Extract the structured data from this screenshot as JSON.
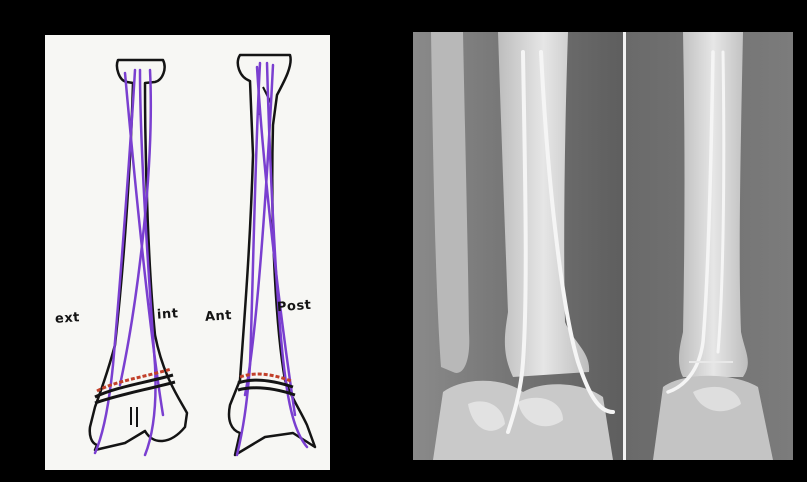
{
  "drawing": {
    "labels": {
      "ext": "ext",
      "int": "int",
      "ant": "Ant",
      "post": "Post"
    },
    "colors": {
      "paper": "#f7f7f4",
      "outline": "#141414",
      "nails": "#7a3fd0",
      "fracture": "#c2402a"
    }
  },
  "xray": {
    "colors": {
      "background": "#6a6a6a",
      "bone": "#d8d8d8",
      "divider": "#f2f2f2"
    }
  }
}
